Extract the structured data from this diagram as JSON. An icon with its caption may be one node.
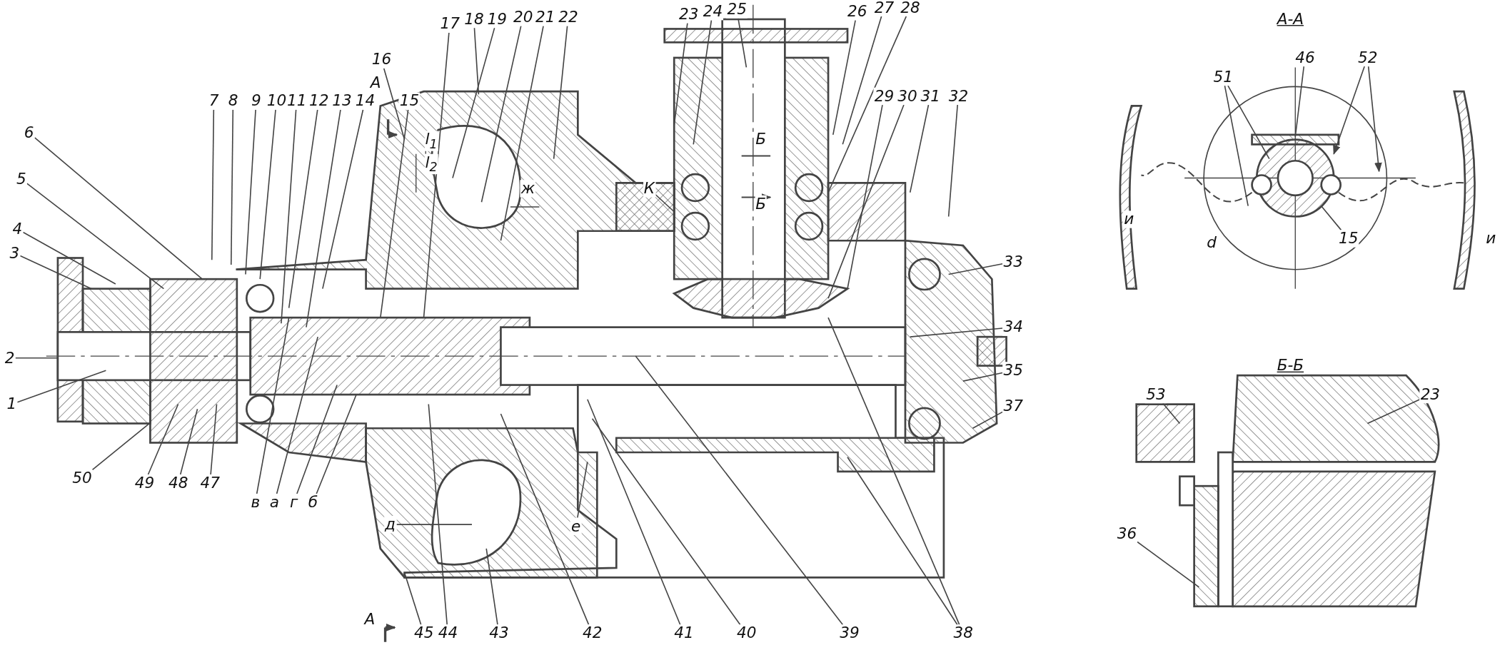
{
  "diagram": {
    "nodes": [
      {
        "text": [
          "1"
        ]
      },
      {
        "text": [
          "2"
        ]
      },
      {
        "text": [
          "3"
        ]
      },
      {
        "text": [
          "4"
        ]
      },
      {
        "text": [
          "5"
        ]
      },
      {
        "text": [
          "6"
        ]
      },
      {
        "text": [
          "7"
        ]
      },
      {
        "text": [
          "8"
        ]
      },
      {
        "text": [
          "9"
        ]
      },
      {
        "text": [
          "10"
        ]
      },
      {
        "text": [
          "11"
        ]
      },
      {
        "text": [
          "12"
        ]
      },
      {
        "text": [
          "13"
        ]
      },
      {
        "text": [
          "14"
        ]
      },
      {
        "text": [
          "15"
        ]
      },
      {
        "text": [
          "16"
        ]
      },
      {
        "text": [
          "17"
        ]
      },
      {
        "text": [
          "18"
        ]
      },
      {
        "text": [
          "19"
        ]
      },
      {
        "text": [
          "20"
        ]
      },
      {
        "text": [
          "21"
        ]
      },
      {
        "text": [
          "22"
        ]
      },
      {
        "text": [
          "23"
        ]
      },
      {
        "text": [
          "24"
        ]
      },
      {
        "text": [
          "25"
        ]
      },
      {
        "text": [
          "26"
        ]
      },
      {
        "text": [
          "27"
        ]
      },
      {
        "text": [
          "28"
        ]
      },
      {
        "text": [
          "29"
        ]
      },
      {
        "text": [
          "30"
        ]
      },
      {
        "text": [
          "31"
        ]
      },
      {
        "text": [
          "32"
        ]
      },
      {
        "text": [
          "33"
        ]
      },
      {
        "text": [
          "34"
        ]
      },
      {
        "text": [
          "35"
        ]
      },
      {
        "text": [
          "37"
        ]
      },
      {
        "text": [
          "50"
        ]
      },
      {
        "text": [
          "49"
        ]
      },
      {
        "text": [
          "48"
        ]
      },
      {
        "text": [
          "47"
        ]
      },
      {
        "text": [
          "в"
        ]
      },
      {
        "text": [
          "а"
        ]
      },
      {
        "text": [
          "г"
        ]
      },
      {
        "text": [
          "б"
        ]
      },
      {
        "text": [
          "д"
        ]
      },
      {
        "text": [
          "45"
        ]
      },
      {
        "text": [
          "44"
        ]
      },
      {
        "text": [
          "43"
        ]
      },
      {
        "text": [
          "42"
        ]
      },
      {
        "text": [
          "41"
        ]
      },
      {
        "text": [
          "40"
        ]
      },
      {
        "text": [
          "39"
        ]
      },
      {
        "text": [
          "38"
        ]
      },
      {
        "text": [
          "е"
        ]
      },
      {
        "text": [
          "К"
        ]
      },
      {
        "text": [
          "51"
        ]
      },
      {
        "text": [
          "46"
        ]
      },
      {
        "text": [
          "52"
        ]
      },
      {
        "text": [
          "15"
        ]
      },
      {
        "text": [
          "53"
        ]
      },
      {
        "text": [
          "23"
        ]
      },
      {
        "text": [
          "36"
        ]
      }
    ],
    "edges": [
      {
        "from": 0,
        "to": null,
        "arrow": "none"
      },
      {
        "from": 1,
        "to": null,
        "arrow": "none"
      },
      {
        "from": 2,
        "to": null,
        "arrow": "none"
      },
      {
        "from": 3,
        "to": null,
        "arrow": "none"
      },
      {
        "from": 4,
        "to": null,
        "arrow": "none"
      },
      {
        "from": 5,
        "to": null,
        "arrow": "none"
      },
      {
        "from": 6,
        "to": null,
        "arrow": "none"
      },
      {
        "from": 7,
        "to": null,
        "arrow": "none"
      },
      {
        "from": 8,
        "to": null,
        "arrow": "none"
      },
      {
        "from": 9,
        "to": null,
        "arrow": "none"
      },
      {
        "from": 10,
        "to": null,
        "arrow": "none"
      },
      {
        "from": 11,
        "to": null,
        "arrow": "none"
      },
      {
        "from": 12,
        "to": null,
        "arrow": "none"
      },
      {
        "from": 13,
        "to": null,
        "arrow": "none"
      },
      {
        "from": 14,
        "to": null,
        "arrow": "none"
      },
      {
        "from": 15,
        "to": null,
        "arrow": "none"
      },
      {
        "from": 16,
        "to": null,
        "arrow": "none"
      },
      {
        "from": 17,
        "to": null,
        "arrow": "none"
      },
      {
        "from": 18,
        "to": null,
        "arrow": "none"
      },
      {
        "from": 19,
        "to": null,
        "arrow": "none"
      },
      {
        "from": 20,
        "to": null,
        "arrow": "none"
      },
      {
        "from": 21,
        "to": null,
        "arrow": "none"
      },
      {
        "from": 22,
        "to": null,
        "arrow": "none"
      },
      {
        "from": 23,
        "to": null,
        "arrow": "none"
      },
      {
        "from": 24,
        "to": null,
        "arrow": "none"
      },
      {
        "from": 25,
        "to": null,
        "arrow": "none"
      },
      {
        "from": 26,
        "to": null,
        "arrow": "none"
      },
      {
        "from": 27,
        "to": null,
        "arrow": "none"
      },
      {
        "from": 28,
        "to": null,
        "arrow": "none"
      },
      {
        "from": 29,
        "to": null,
        "arrow": "none"
      },
      {
        "from": 30,
        "to": null,
        "arrow": "none"
      },
      {
        "from": 31,
        "to": null,
        "arrow": "none"
      },
      {
        "from": 32,
        "to": null,
        "arrow": "none"
      },
      {
        "from": 33,
        "to": null,
        "arrow": "none"
      },
      {
        "from": 34,
        "to": null,
        "arrow": "none"
      },
      {
        "from": 35,
        "to": null,
        "arrow": "none"
      },
      {
        "from": 36,
        "to": null,
        "arrow": "none"
      },
      {
        "from": 37,
        "to": null,
        "arrow": "none"
      },
      {
        "from": 38,
        "to": null,
        "arrow": "none"
      },
      {
        "from": 39,
        "to": null,
        "arrow": "none"
      },
      {
        "from": 40,
        "to": null,
        "arrow": "none"
      },
      {
        "from": 41,
        "to": null,
        "arrow": "none"
      },
      {
        "from": 42,
        "to": null,
        "arrow": "none"
      },
      {
        "from": 43,
        "to": null,
        "arrow": "none"
      },
      {
        "from": 44,
        "to": null,
        "arrow": "none"
      },
      {
        "from": 45,
        "to": null,
        "arrow": "none"
      },
      {
        "from": 46,
        "to": null,
        "arrow": "none"
      },
      {
        "from": 47,
        "to": null,
        "arrow": "none"
      },
      {
        "from": 48,
        "to": null,
        "arrow": "none"
      },
      {
        "from": 49,
        "to": null,
        "arrow": "none"
      },
      {
        "from": 50,
        "to": null,
        "arrow": "none"
      },
      {
        "from": 51,
        "to": null,
        "arrow": "none"
      },
      {
        "from": 52,
        "to": null,
        "arrow": "none"
      },
      {
        "from": 52,
        "to": null,
        "arrow": "none"
      },
      {
        "from": 53,
        "to": null,
        "arrow": "none"
      },
      {
        "from": 54,
        "to": null,
        "arrow": "none"
      },
      {
        "from": 55,
        "to": null,
        "arrow": "none"
      },
      {
        "from": 55,
        "to": null,
        "arrow": "none"
      },
      {
        "from": 56,
        "to": null,
        "arrow": "none"
      },
      {
        "from": 57,
        "to": null,
        "arrow": "to"
      },
      {
        "from": 57,
        "to": null,
        "arrow": "to"
      },
      {
        "from": 58,
        "to": null,
        "arrow": "none"
      },
      {
        "from": 59,
        "to": null,
        "arrow": "none"
      },
      {
        "from": 60,
        "to": null,
        "arrow": "none"
      },
      {
        "from": 61,
        "to": null,
        "arrow": "none"
      }
    ],
    "labels": [
      "А",
      "l$_{1}$",
      "l$_{2}$",
      "ж",
      "Б",
      "Б",
      "А",
      "А-А",
      "и",
      "d",
      "и",
      "Б-Б"
    ]
  }
}
